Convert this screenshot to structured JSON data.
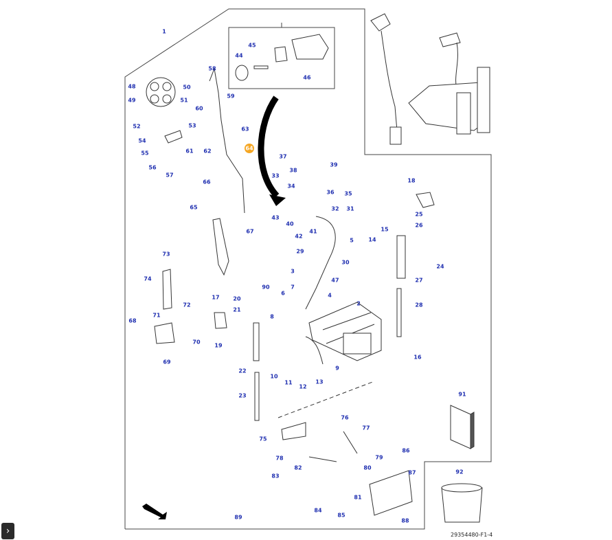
{
  "diagram": {
    "reference": "29354480-F1-4",
    "highlighted_callout": "64",
    "colors": {
      "callout_text": "#1f2fb0",
      "highlight": "#f5a623",
      "line": "#333333"
    },
    "callouts": [
      "1",
      "2",
      "3",
      "4",
      "5",
      "6",
      "7",
      "8",
      "9",
      "10",
      "11",
      "12",
      "13",
      "14",
      "15",
      "16",
      "17",
      "18",
      "19",
      "20",
      "21",
      "22",
      "23",
      "24",
      "25",
      "26",
      "27",
      "28",
      "29",
      "30",
      "31",
      "32",
      "33",
      "34",
      "35",
      "36",
      "37",
      "38",
      "39",
      "40",
      "41",
      "42",
      "43",
      "44",
      "45",
      "46",
      "47",
      "48",
      "49",
      "50",
      "51",
      "52",
      "53",
      "54",
      "55",
      "56",
      "57",
      "58",
      "59",
      "60",
      "61",
      "62",
      "63",
      "64",
      "65",
      "66",
      "67",
      "68",
      "69",
      "70",
      "71",
      "72",
      "73",
      "74",
      "75",
      "76",
      "77",
      "78",
      "79",
      "80",
      "81",
      "82",
      "83",
      "84",
      "85",
      "86",
      "87",
      "88",
      "89",
      "90",
      "91",
      "92"
    ]
  },
  "ui": {
    "expand_icon": "chevron-right-icon"
  }
}
